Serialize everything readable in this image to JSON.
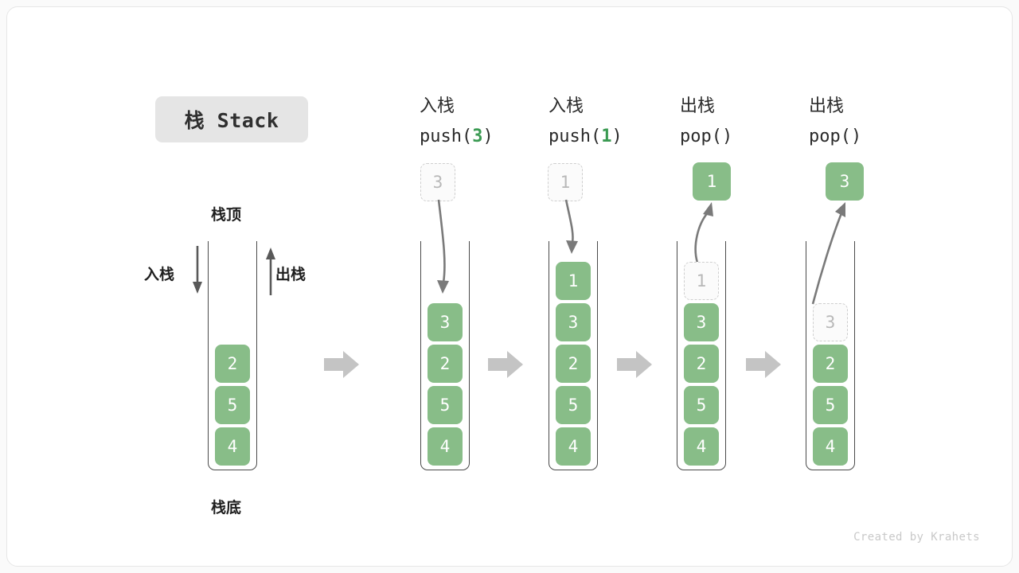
{
  "title": {
    "text": "栈 Stack"
  },
  "labels": {
    "top": "栈顶",
    "bottom": "栈底",
    "push_side": "入栈",
    "pop_side": "出栈"
  },
  "footer": {
    "text": "Created by Krahets"
  },
  "colors": {
    "cell_green": "#88bd88",
    "arg_green": "#3a9a52",
    "ghost_border": "#cfcfcf",
    "arrow_gray": "#c4c4c4",
    "wall_gray": "#4a4a4a",
    "title_chip": "#e5e5e5"
  },
  "icons": {
    "down_arrow": "down-arrow-icon",
    "up_arrow": "up-arrow-icon",
    "step_arrow": "right-block-arrow-icon",
    "curved_push": "curved-push-arrow-icon",
    "curved_pop": "curved-pop-arrow-icon"
  },
  "columns": [
    {
      "id": "initial",
      "head_cn": "",
      "head_op": "",
      "op_prefix": "",
      "op_arg": "",
      "op_suffix": "",
      "floating": null,
      "cells": [
        {
          "value": "2",
          "state": "solid"
        },
        {
          "value": "5",
          "state": "solid"
        },
        {
          "value": "4",
          "state": "solid"
        }
      ]
    },
    {
      "id": "push3",
      "head_cn": "入栈",
      "op_prefix": "push(",
      "op_arg": "3",
      "op_suffix": ")",
      "floating": {
        "value": "3",
        "state": "ghost"
      },
      "cells": [
        {
          "value": "3",
          "state": "solid"
        },
        {
          "value": "2",
          "state": "solid"
        },
        {
          "value": "5",
          "state": "solid"
        },
        {
          "value": "4",
          "state": "solid"
        }
      ]
    },
    {
      "id": "push1",
      "head_cn": "入栈",
      "op_prefix": "push(",
      "op_arg": "1",
      "op_suffix": ")",
      "floating": {
        "value": "1",
        "state": "ghost"
      },
      "cells": [
        {
          "value": "1",
          "state": "solid"
        },
        {
          "value": "3",
          "state": "solid"
        },
        {
          "value": "2",
          "state": "solid"
        },
        {
          "value": "5",
          "state": "solid"
        },
        {
          "value": "4",
          "state": "solid"
        }
      ]
    },
    {
      "id": "pop1",
      "head_cn": "出栈",
      "op_prefix": "pop(",
      "op_arg": "",
      "op_suffix": ")",
      "floating": {
        "value": "1",
        "state": "solid"
      },
      "cells": [
        {
          "value": "1",
          "state": "ghost"
        },
        {
          "value": "3",
          "state": "solid"
        },
        {
          "value": "2",
          "state": "solid"
        },
        {
          "value": "5",
          "state": "solid"
        },
        {
          "value": "4",
          "state": "solid"
        }
      ]
    },
    {
      "id": "pop2",
      "head_cn": "出栈",
      "op_prefix": "pop(",
      "op_arg": "",
      "op_suffix": ")",
      "floating": {
        "value": "3",
        "state": "solid"
      },
      "cells": [
        {
          "value": "3",
          "state": "ghost"
        },
        {
          "value": "2",
          "state": "solid"
        },
        {
          "value": "5",
          "state": "solid"
        },
        {
          "value": "4",
          "state": "solid"
        }
      ]
    }
  ]
}
